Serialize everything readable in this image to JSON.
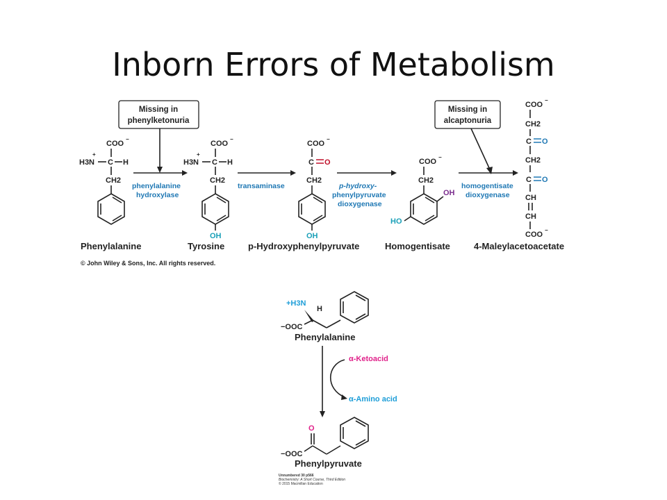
{
  "slide": {
    "title": "Inborn Errors of Metabolism"
  },
  "pathway": {
    "callout_pku": [
      "Missing in",
      "phenylketonuria"
    ],
    "callout_alk": [
      "Missing in",
      "alcaptonuria"
    ],
    "enzymes": {
      "phe_hydroxylase": [
        "phenylalanine",
        "hydroxylase"
      ],
      "transaminase": [
        "transaminase"
      ],
      "hppd": [
        "p-hydroxy-",
        "phenylpyruvate",
        "dioxygenase"
      ],
      "hgd": [
        "homogentisate",
        "dioxygenase"
      ]
    },
    "compounds": [
      "Phenylalanine",
      "Tyrosine",
      "p-Hydroxyphenylpyruvate",
      "Homogentisate",
      "4-Maleylacetoacetate"
    ],
    "atoms": {
      "coo": "COO",
      "charge_neg": "−",
      "charge_pos": "+",
      "h3n": "H3N",
      "c": "C",
      "h": "H",
      "ch2": "CH2",
      "ch": "CH",
      "o": "O",
      "oh": "OH",
      "ho": "HO"
    },
    "copyright": "© John Wiley & Sons, Inc. All rights reserved."
  },
  "reaction": {
    "substrate": "Phenylalanine",
    "product": "Phenylpyruvate",
    "cosubstrate_in": "α-Ketoacid",
    "cosubstrate_out": "α-Amino acid",
    "atoms": {
      "h3n": "+H3N",
      "h": "H",
      "ooc": "−OOC",
      "o": "O"
    },
    "credit": [
      "Unnumbered 30 p566",
      "Biochemistry: A Short Course, Third Edition",
      "© 2015 Macmillan Education"
    ]
  },
  "colors": {
    "enzyme_blue": "#1f78b4",
    "oxygen_red": "#c0102a",
    "hydroxyl_teal": "#1aa0b8",
    "hydroxyl_purple": "#7b2d8e",
    "keto_magenta": "#e0218a",
    "amino_cyan": "#1e9ed8"
  }
}
